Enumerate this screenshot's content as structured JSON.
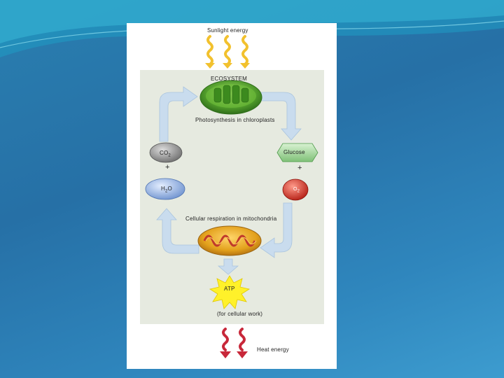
{
  "labels": {
    "sunlight": "Sunlight energy",
    "ecosystem": "ECOSYSTEM",
    "photosynthesis": "Photosynthesis in chloroplasts",
    "co2_main": "CO",
    "co2_sub": "2",
    "glucose": "Glucose",
    "plus_left": "+",
    "plus_right": "+",
    "h2o_main": "H",
    "h2o_sub": "2",
    "h2o_tail": "O",
    "o2_main": "O",
    "o2_sub": "2",
    "respiration": "Cellular respiration in mitochondria",
    "atp": "ATP",
    "cellular_work": "(for cellular work)",
    "heat": "Heat energy"
  },
  "colors": {
    "panel": "#e6eae0",
    "cycle_arrow": "#c8dcee",
    "sun_wave": "#f2c12e",
    "heat_wave": "#c8283a",
    "chloroplast": "#5aa832",
    "mitochondria": "#e6a51f",
    "co2": "#8a8a8a",
    "glucose": "#9ed49a",
    "h2o": "#8fb0e0",
    "o2": "#d63a2c",
    "atp": "#fff12a"
  },
  "icons": [
    "sun-wave-icon",
    "chloroplast-icon",
    "mitochondrion-icon",
    "atp-burst-icon",
    "heat-wave-icon"
  ]
}
